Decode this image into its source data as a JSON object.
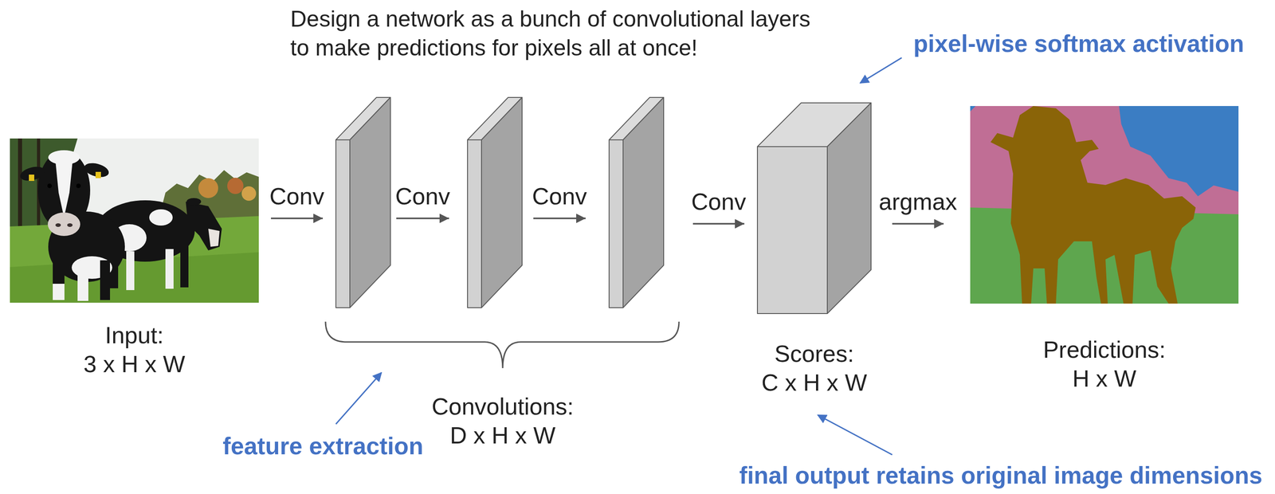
{
  "diagram": {
    "title": "Design a network as a bunch of convolutional layers to make predictions for pixels all at once!",
    "nodes": [
      {
        "text": [
          "Input: 3 x H x W"
        ]
      },
      {
        "text": []
      },
      {
        "text": []
      },
      {
        "text": []
      },
      {
        "text": [
          "Scores: C x H x W"
        ]
      },
      {
        "text": [
          "Predictions: H x W"
        ]
      }
    ],
    "edges": [
      {
        "from": 0,
        "to": 1,
        "arrow": "to",
        "label": "Conv"
      },
      {
        "from": 1,
        "to": 2,
        "arrow": "to",
        "label": "Conv"
      },
      {
        "from": 2,
        "to": 3,
        "arrow": "to",
        "label": "Conv"
      },
      {
        "from": 3,
        "to": 4,
        "arrow": "to",
        "label": "Conv"
      },
      {
        "from": 4,
        "to": 5,
        "arrow": "to",
        "label": "argmax"
      }
    ],
    "labels": [
      "Convolutions: D x H x W",
      "feature extraction",
      "pixel-wise softmax activation",
      "final output retains original image dimensions"
    ]
  }
}
